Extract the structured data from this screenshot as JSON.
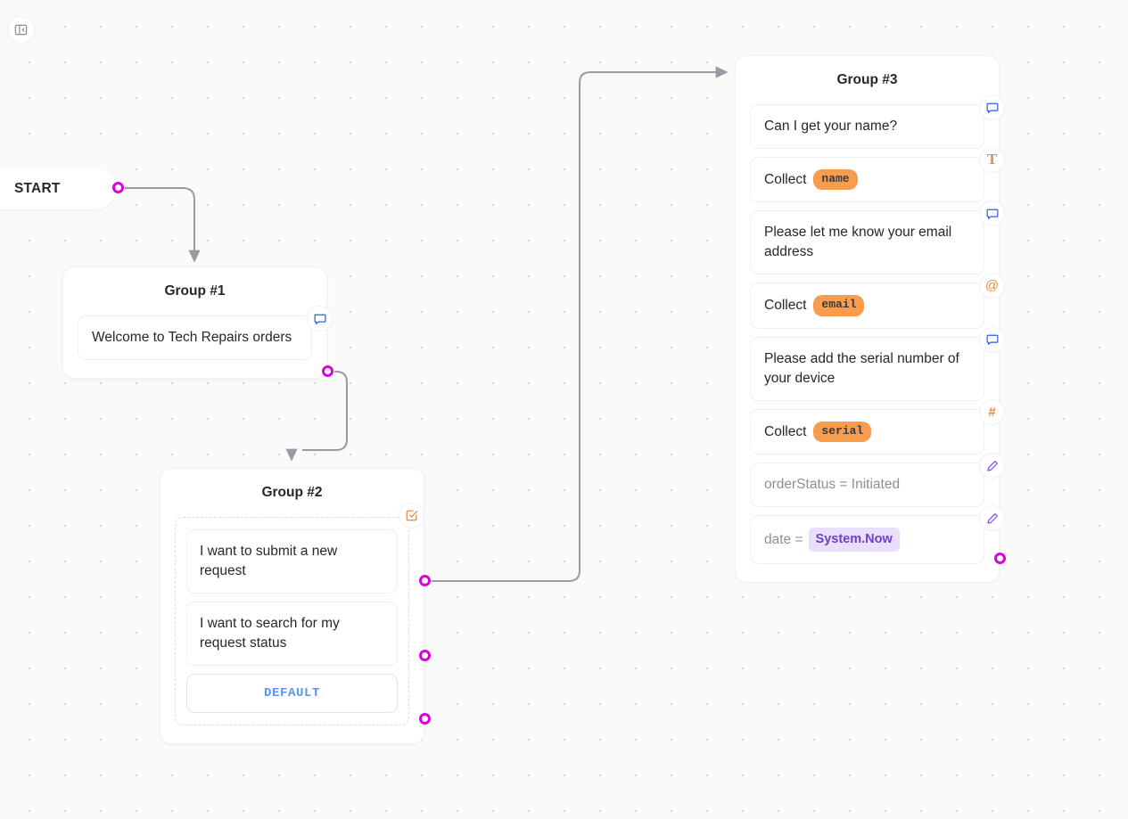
{
  "toolbar": {
    "toggle_icon": "panel-toggle-icon"
  },
  "start": {
    "label": "START"
  },
  "groups": [
    {
      "title": "Group #1",
      "blocks": [
        {
          "text": "Welcome to Tech Repairs orders",
          "icon": "chat-bubble-icon"
        }
      ]
    },
    {
      "title": "Group #2",
      "choice_icon": "choice-input-icon",
      "options": [
        {
          "text": "I want to submit a new request"
        },
        {
          "text": "I want to search for my request status"
        }
      ],
      "default_label": "DEFAULT"
    },
    {
      "title": "Group #3",
      "blocks": [
        {
          "text": "Can I get your name?",
          "icon": "chat-bubble-icon"
        },
        {
          "text": "Collect",
          "chip": "name",
          "icon": "text-input-icon"
        },
        {
          "text": "Please let me know your email address",
          "icon": "chat-bubble-icon"
        },
        {
          "text": "Collect",
          "chip": "email",
          "icon": "email-input-icon"
        },
        {
          "text": "Please add the serial number of your device",
          "icon": "chat-bubble-icon"
        },
        {
          "text": "Collect",
          "chip": "serial",
          "icon": "number-input-icon"
        },
        {
          "text": "orderStatus = Initiated",
          "icon": "set-variable-icon"
        },
        {
          "text": "date =",
          "chip_purple": "System.Now",
          "icon": "set-variable-icon"
        }
      ]
    }
  ],
  "colors": {
    "accent_magenta": "#d900d9",
    "chip_orange": "#f89c4e",
    "chip_purple_bg": "#e9defb",
    "chip_purple_text": "#6d40c8",
    "blue_icon": "#2b5ce6",
    "orange_icon": "#ea8c3d",
    "purple_icon": "#7c4ddb",
    "default_blue": "#5e94f0",
    "canvas_bg": "#fafafa"
  }
}
